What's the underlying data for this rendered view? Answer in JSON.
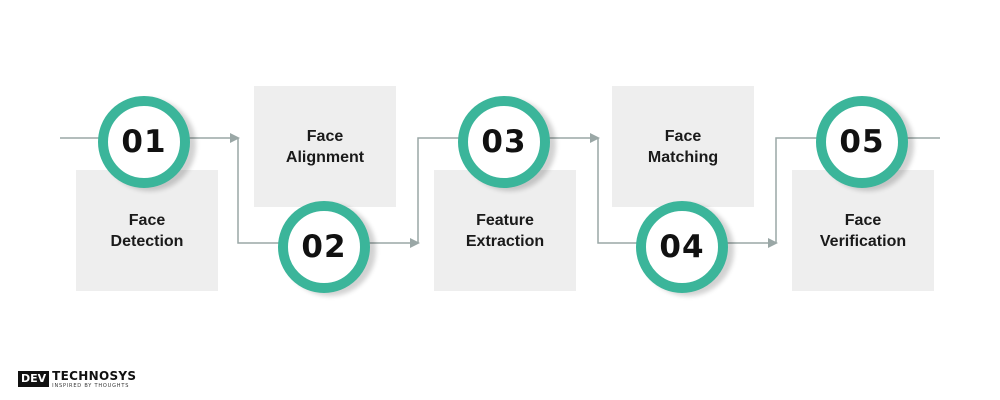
{
  "steps": [
    {
      "number": "01",
      "label": "Face\nDetection"
    },
    {
      "number": "02",
      "label": "Face\nAlignment"
    },
    {
      "number": "03",
      "label": "Feature\nExtraction"
    },
    {
      "number": "04",
      "label": "Face\nMatching"
    },
    {
      "number": "05",
      "label": "Face\nVerification"
    }
  ],
  "colors": {
    "circle_ring": "#3bb59a",
    "connector": "#9aa7a6",
    "box_fill": "#eeeeee"
  },
  "brand": {
    "badge": "DEV",
    "name": "TECHNOSYS",
    "tagline": "INSPIRED BY THOUGHTS"
  }
}
